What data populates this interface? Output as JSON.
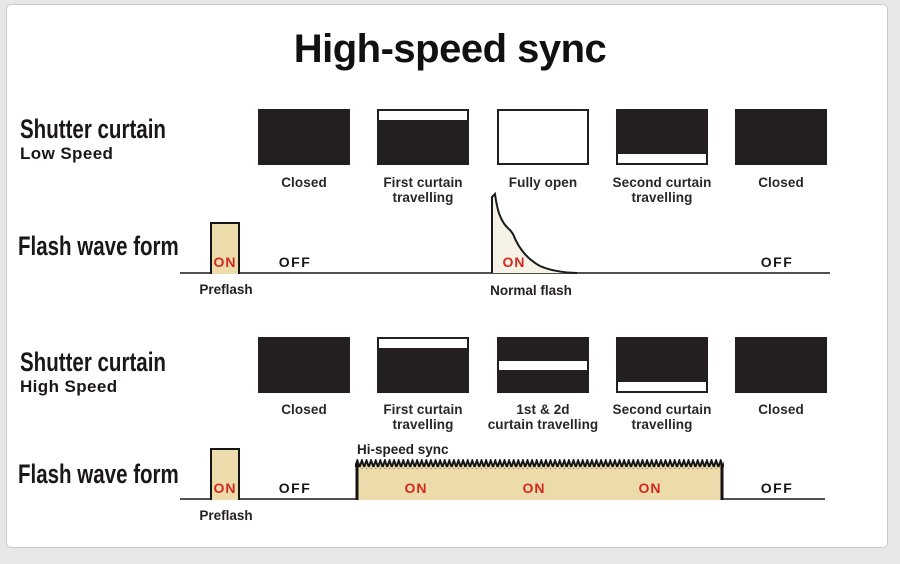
{
  "title": "High-speed sync",
  "sections": {
    "low_speed_curtain": {
      "title": "Shutter curtain",
      "subtitle": "Low Speed",
      "stages": [
        {
          "label": "Closed"
        },
        {
          "label": "First curtain\ntravelling"
        },
        {
          "label": "Fully open"
        },
        {
          "label": "Second curtain\ntravelling"
        },
        {
          "label": "Closed"
        }
      ]
    },
    "low_speed_flash": {
      "title": "Flash wave form",
      "preflash_state": "ON",
      "preflash_label": "Preflash",
      "off_left": "OFF",
      "flash_state": "ON",
      "flash_label": "Normal flash",
      "off_right": "OFF"
    },
    "high_speed_curtain": {
      "title": "Shutter curtain",
      "subtitle": "High Speed",
      "stages": [
        {
          "label": "Closed"
        },
        {
          "label": "First curtain\ntravelling"
        },
        {
          "label": "1st & 2d\ncurtain travelling"
        },
        {
          "label": "Second curtain\ntravelling"
        },
        {
          "label": "Closed"
        }
      ]
    },
    "high_speed_flash": {
      "title": "Flash wave form",
      "preflash_state": "ON",
      "preflash_label": "Preflash",
      "off_left": "OFF",
      "sync_label": "Hi-speed sync",
      "sync_states": [
        "ON",
        "ON",
        "ON"
      ],
      "off_right": "OFF"
    }
  },
  "colors": {
    "flash_fill": "#eddcab",
    "flash_decay_fill": "#f6f3e6",
    "on_text": "#d2281e",
    "curtain_black": "#231f20",
    "baseline_gray": "#515151"
  }
}
